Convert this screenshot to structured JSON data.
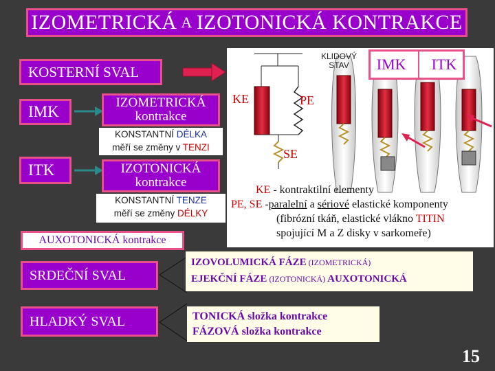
{
  "title": {
    "part1": "IZOMETRICKÁ",
    "part2": "A",
    "part3": "IZOTONICKÁ KONTRAKCE"
  },
  "left": {
    "kosterni": "KOSTERNÍ SVAL",
    "imk": "IMK",
    "itk": "ITK",
    "izometricka_title": "IZOMETRICKÁ",
    "izometricka_sub": "kontrakce",
    "izometricka_desc_1a": "KONSTANTNÍ ",
    "izometricka_desc_1b": "DÉLKA",
    "izometricka_desc_2a": "měří se změny v ",
    "izometricka_desc_2b": "TENZI",
    "izotonicka_title": "IZOTONICKÁ",
    "izotonicka_sub": "kontrakce",
    "izotonicka_desc_1a": "KONSTANTNÍ ",
    "izotonicka_desc_1b": "TENZE",
    "izotonicka_desc_2a": "měří se změny ",
    "izotonicka_desc_2b": "DÉLKY",
    "auxotonicka": "AUXOTONICKÁ kontrakce",
    "srdecni": "SRDEČNÍ SVAL",
    "hladky": "HLADKÝ SVAL"
  },
  "diagram": {
    "klidovy_1": "KLIDOVÝ",
    "klidovy_2": "STAV",
    "imk": "IMK",
    "itk": "ITK",
    "ke": "KE",
    "pe": "PE",
    "se": "SE",
    "legend_ke_a": "KE",
    "legend_ke_b": " - kontraktilní elementy",
    "legend_pe_a": "PE, SE",
    "legend_pe_b": " -",
    "legend_pe_c": "paralelní",
    "legend_pe_d": " a ",
    "legend_pe_e": "sériové",
    "legend_pe_f": " elastické komponenty",
    "legend_line2a": "(fibrózní tkáň, elastické vlákno ",
    "legend_line2b": "TITIN",
    "legend_line3": "spojující M a Z disky v sarkomeře)"
  },
  "srdecni_box": {
    "line1a": "IZOVOLUMICKÁ FÁZE",
    "line1b": " (IZOMETRICKÁ)",
    "line2a": "EJEKČNÍ  FÁZE",
    "line2b": " (IZOTONICKÁ)",
    "line2c": "  AUXOTONICKÁ"
  },
  "hladky_box": {
    "line1a": "TONICKÁ",
    "line1b": " složka kontrakce",
    "line2a": "FÁZOVÁ",
    "line2b": " složka kontrakce"
  },
  "page_number": "15",
  "colors": {
    "purple": "#9900cc",
    "pink_border": "#e8508a",
    "red": "#cc0000",
    "blue": "#1a2ea0",
    "arrow_teal": "#2a8a8a",
    "arrow_red": "#e02050"
  }
}
